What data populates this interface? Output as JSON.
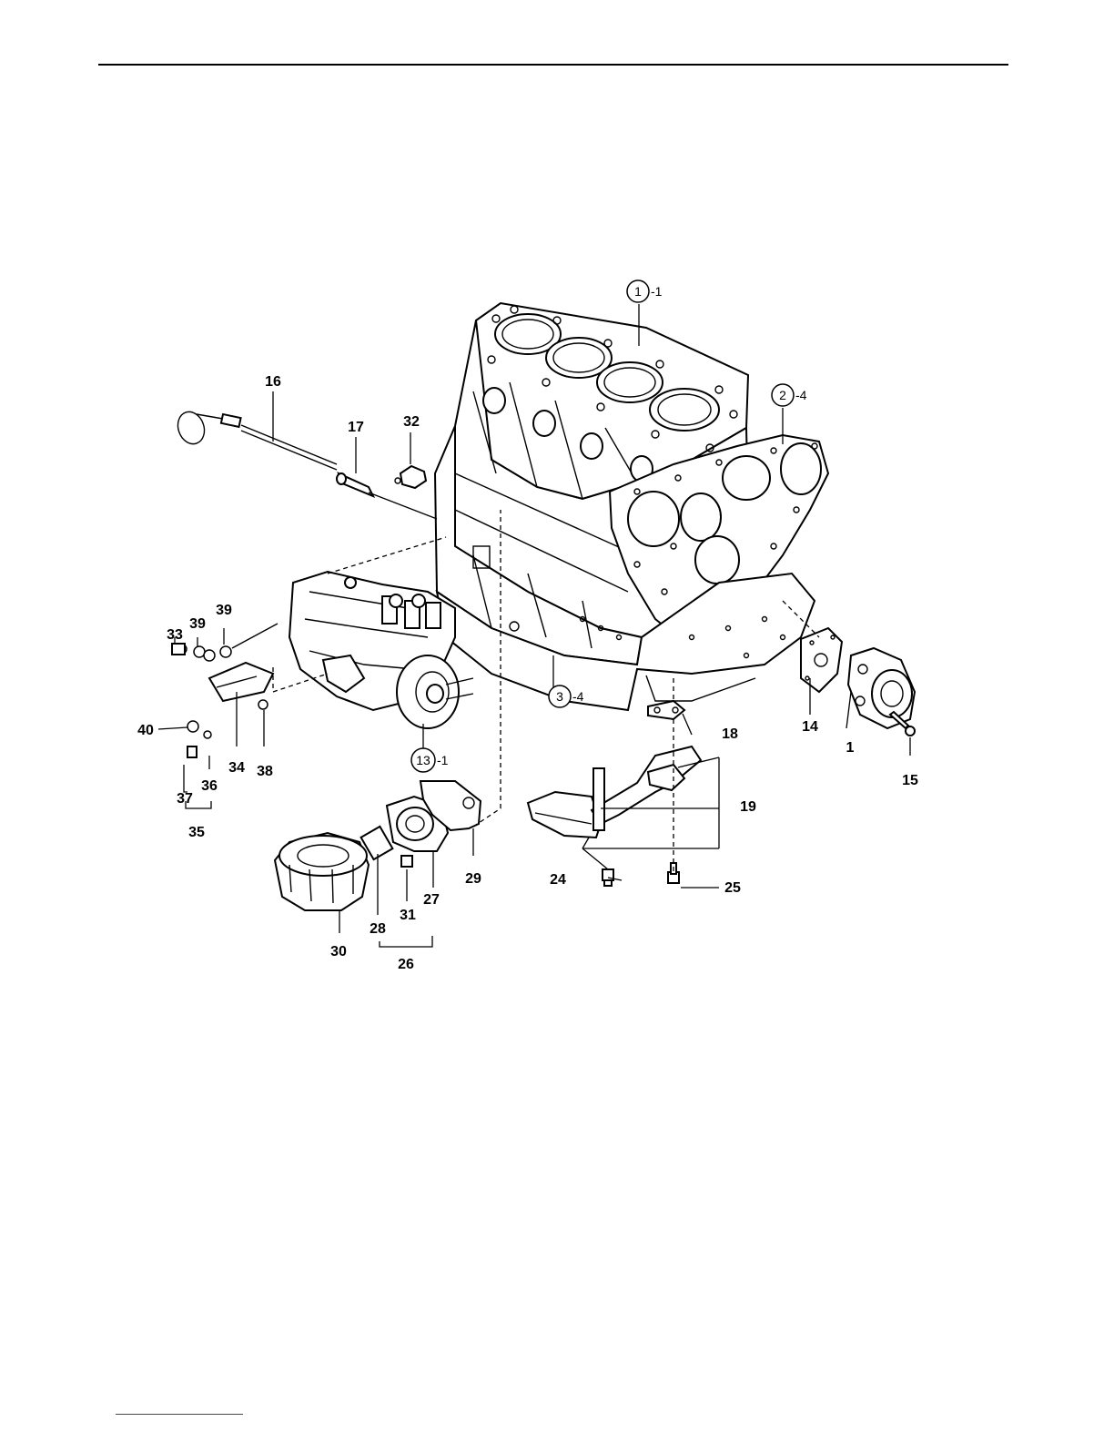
{
  "diagram": {
    "callouts": [
      {
        "id": "1-1",
        "num": "1",
        "suffix": "-1"
      },
      {
        "id": "2-4",
        "num": "2",
        "suffix": "-4"
      },
      {
        "id": "3-4",
        "num": "3",
        "suffix": "-4"
      },
      {
        "id": "13-1",
        "num": "13",
        "suffix": "-1"
      }
    ],
    "labels": {
      "l16": "16",
      "l17": "17",
      "l32": "32",
      "l33": "33",
      "l39a": "39",
      "l39b": "39",
      "l40": "40",
      "l37": "37",
      "l36": "36",
      "l34": "34",
      "l38": "38",
      "l35": "35",
      "l14": "14",
      "l1": "1",
      "l15": "15",
      "l18": "18",
      "l19": "19",
      "l24": "24",
      "l25": "25",
      "l29": "29",
      "l27": "27",
      "l31": "31",
      "l28": "28",
      "l30": "30",
      "l26": "26"
    }
  }
}
